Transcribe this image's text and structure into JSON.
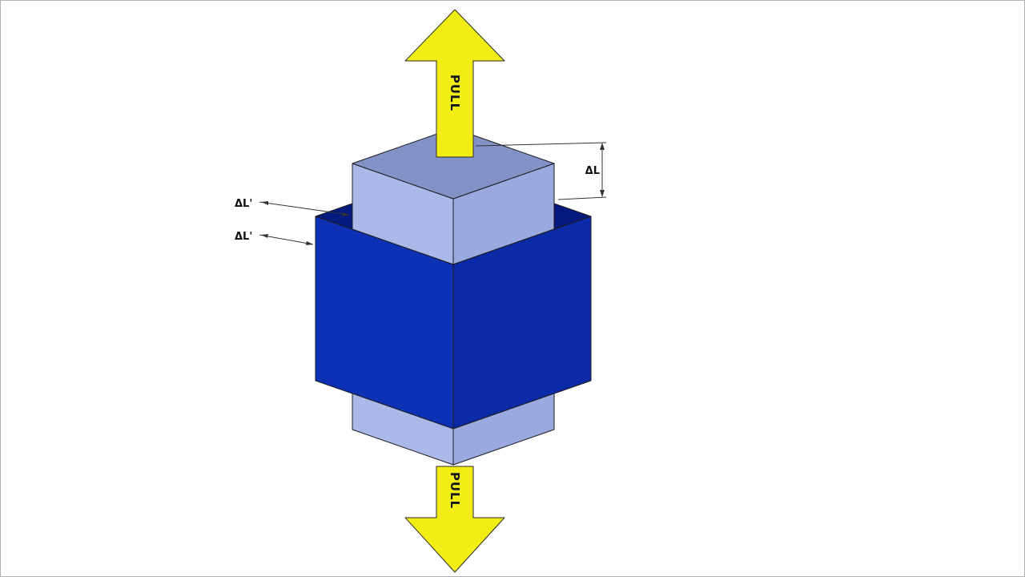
{
  "labels": {
    "pull_top": "PULL",
    "pull_bottom": "PULL",
    "delta_l": "ΔL",
    "delta_l_prime_upper": "ΔL'",
    "delta_l_prime_lower": "ΔL'"
  },
  "colors": {
    "arrow_fill": "#f2ee15",
    "cube_front": "#0d31b5",
    "cube_side": "#0a2aa8",
    "cube_top": "#041a7e",
    "specimen_front": "#aab8ea",
    "specimen_side": "#9aa9e0",
    "specimen_top": "#8292c6",
    "background": "#ffffff"
  }
}
